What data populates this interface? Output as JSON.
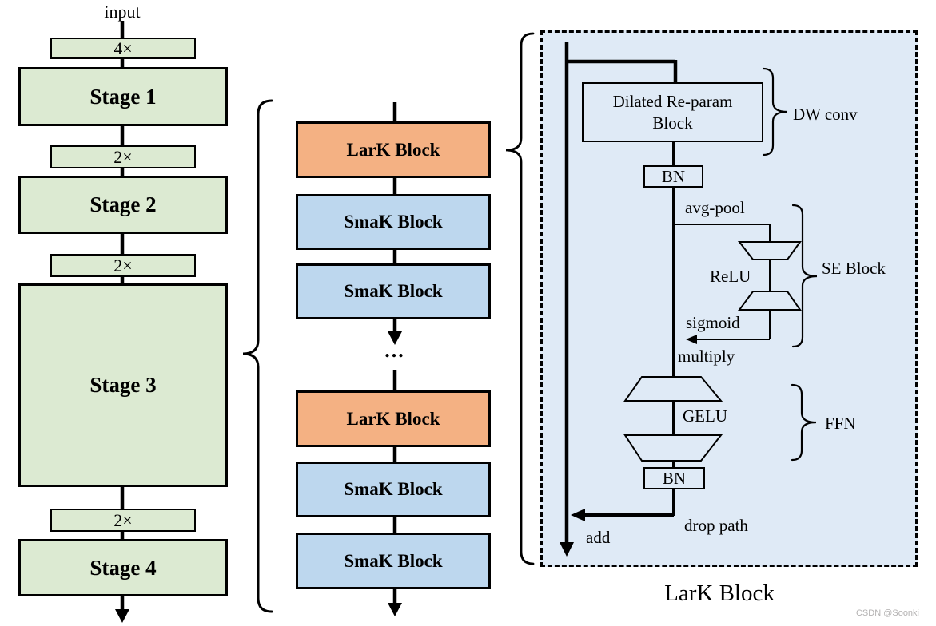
{
  "colors": {
    "stage-green": "#dcead2",
    "lark-orange": "#f4b183",
    "smak-blue": "#bdd7ee",
    "panel-blue": "#dfeaf6",
    "ink": "#000000",
    "watermark-gray": "#b3b1b1"
  },
  "left_column": {
    "input_label": "input",
    "items": [
      {
        "scale": "4×",
        "stage": "Stage 1"
      },
      {
        "scale": "2×",
        "stage": "Stage 2"
      },
      {
        "scale": "2×",
        "stage": "Stage 3"
      },
      {
        "scale": "2×",
        "stage": "Stage 4"
      }
    ]
  },
  "middle_column": {
    "group1": [
      {
        "label": "LarK Block",
        "type": "lark"
      },
      {
        "label": "SmaK Block",
        "type": "smak"
      },
      {
        "label": "SmaK Block",
        "type": "smak"
      }
    ],
    "ellipsis": "...",
    "group2": [
      {
        "label": "LarK Block",
        "type": "lark"
      },
      {
        "label": "SmaK Block",
        "type": "smak"
      },
      {
        "label": "SmaK Block",
        "type": "smak"
      }
    ]
  },
  "lark_detail": {
    "dilated_block": "Dilated Re-param Block",
    "bn1": "BN",
    "dw_conv": "DW conv",
    "avg_pool": "avg-pool",
    "relu": "ReLU",
    "sigmoid": "sigmoid",
    "multiply": "multiply",
    "se_block": "SE Block",
    "gelu": "GELU",
    "ffn": "FFN",
    "bn2": "BN",
    "drop_path": "drop path",
    "add": "add",
    "caption": "LarK Block"
  },
  "watermark": "CSDN @Soonki"
}
